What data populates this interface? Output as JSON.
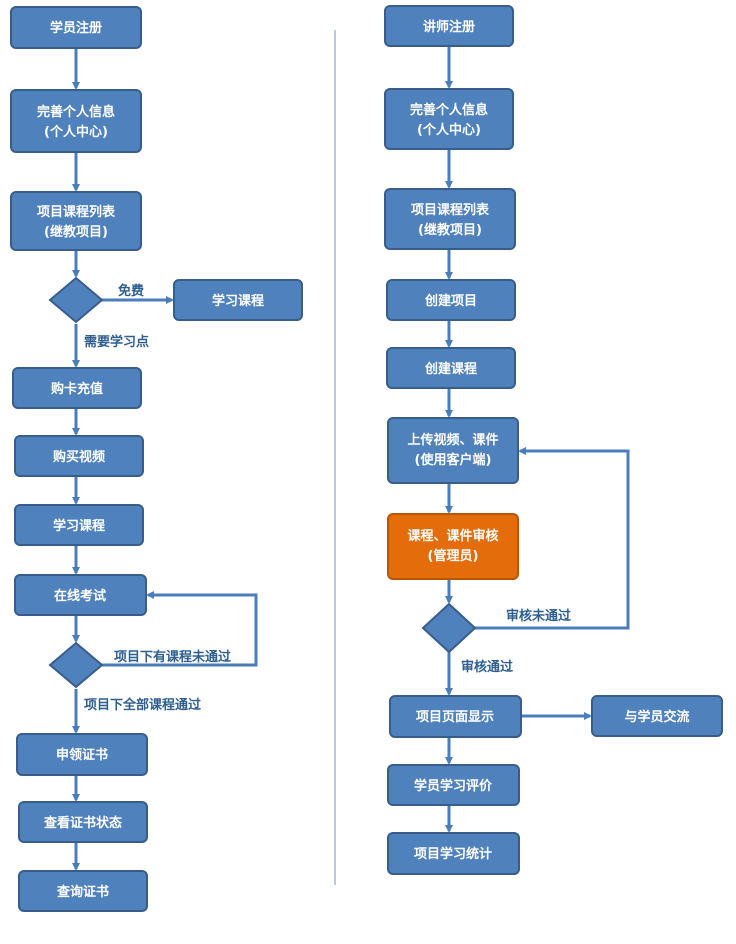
{
  "colors": {
    "node_fill": "#4f81bd",
    "node_stroke": "#385d8a",
    "node_highlight_fill": "#e46c0a",
    "node_highlight_stroke": "#b65708",
    "arrow": "#4a7ebb",
    "edge_label": "#2e5f8f",
    "divider": "#9eb8d5"
  },
  "student_flow": {
    "register": "学员注册",
    "profile": [
      "完善个人信息",
      "(个人中心)"
    ],
    "project_list": [
      "项目课程列表",
      "(继教项目)"
    ],
    "free_label": "免费",
    "study_free": "学习课程",
    "need_points_label": "需要学习点",
    "buy_card": "购卡充值",
    "buy_video": "购买视频",
    "study_course": "学习课程",
    "online_exam": "在线考试",
    "not_passed_label": "项目下有课程未通过",
    "all_passed_label": "项目下全部课程通过",
    "apply_cert": "申领证书",
    "view_cert_status": "查看证书状态",
    "query_cert": "查询证书"
  },
  "teacher_flow": {
    "register": "讲师注册",
    "profile": [
      "完善个人信息",
      "(个人中心)"
    ],
    "project_list": [
      "项目课程列表",
      "(继教项目)"
    ],
    "create_project": "创建项目",
    "create_course": "创建课程",
    "upload": [
      "上传视频、课件",
      "(使用客户端)"
    ],
    "review": [
      "课程、课件审核",
      "(管理员)"
    ],
    "review_failed_label": "审核未通过",
    "review_passed_label": "审核通过",
    "project_page": "项目页面显示",
    "communicate": "与学员交流",
    "student_eval": "学员学习评价",
    "study_stats": "项目学习统计"
  }
}
